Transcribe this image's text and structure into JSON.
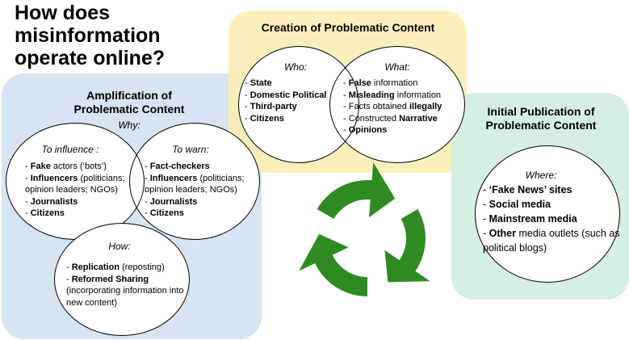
{
  "title": "How does misinformation operate online?",
  "colors": {
    "amplification_panel": "#d6e4f3",
    "creation_panel": "#fdeeb6",
    "publication_panel": "#d3eedf",
    "cycle_arrows": "#2e8b22"
  },
  "creation": {
    "heading": "Creation of Problematic Content",
    "who": {
      "label": "Who:",
      "items": [
        {
          "bold": "State",
          "rest": ""
        },
        {
          "bold": "Domestic Political",
          "rest": ""
        },
        {
          "bold": "Third-party",
          "rest": ""
        },
        {
          "bold": "Citizens",
          "rest": ""
        }
      ]
    },
    "what": {
      "label": "What:",
      "items": [
        {
          "pre": "",
          "bold": "False",
          "rest": " information"
        },
        {
          "pre": "",
          "bold": "Misleading",
          "rest": " information"
        },
        {
          "pre": "Facts obtained ",
          "bold": "illegally",
          "rest": ""
        },
        {
          "pre": "Constructed ",
          "bold": "Narrative",
          "rest": ""
        },
        {
          "pre": "",
          "bold": "Opinions",
          "rest": ""
        }
      ]
    }
  },
  "amplification": {
    "heading_line1": "Amplification of",
    "heading_line2": "Problematic Content",
    "why_label": "Why:",
    "influence": {
      "label": "To influence :",
      "items": [
        {
          "bold": "Fake",
          "rest": " actors (‘bots’)"
        },
        {
          "bold": "Influencers",
          "rest": " (politicians; opinion leaders; NGOs)"
        },
        {
          "bold": "Journalists",
          "rest": ""
        },
        {
          "bold": "Citizens",
          "rest": ""
        }
      ]
    },
    "warn": {
      "label": "To warn:",
      "items": [
        {
          "bold": "Fact-checkers",
          "rest": ""
        },
        {
          "bold": "Influencers",
          "rest": " (politicians; opinion leaders; NGOs)"
        },
        {
          "bold": "Journalists",
          "rest": ""
        },
        {
          "bold": "Citizens",
          "rest": ""
        }
      ]
    },
    "how": {
      "label": "How:",
      "items": [
        {
          "bold": "Replication",
          "rest": " (reposting)"
        },
        {
          "bold": "Reformed Sharing",
          "rest": " (incorporating information into new content)"
        }
      ]
    }
  },
  "publication": {
    "heading_line1": "Initial Publication of",
    "heading_line2": "Problematic Content",
    "where": {
      "label": "Where:",
      "items": [
        {
          "pre": "",
          "bold": "‘Fake News’ sites",
          "rest": ""
        },
        {
          "pre": "",
          "bold": "Social media",
          "rest": ""
        },
        {
          "pre": "",
          "bold": "Mainstream media",
          "rest": ""
        },
        {
          "pre": "",
          "bold": "Other",
          "rest": " media outlets (such as political blogs)"
        }
      ]
    }
  }
}
